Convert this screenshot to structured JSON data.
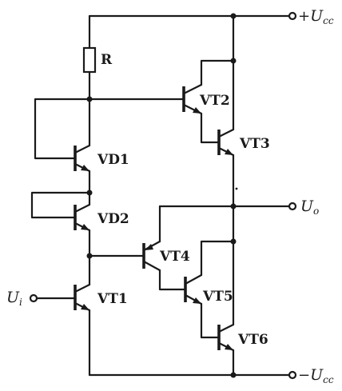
{
  "diagram": {
    "resistor_label": "R",
    "transistors": {
      "vd1": "VD1",
      "vd2": "VD2",
      "vt1": "VT1",
      "vt2": "VT2",
      "vt3": "VT3",
      "vt4": "VT4",
      "vt5": "VT5",
      "vt6": "VT6"
    },
    "terminals": {
      "vcc_pos_sign": "+",
      "vcc_pos_main": "U",
      "vcc_pos_sub": "cc",
      "output_main": "U",
      "output_sub": "o",
      "input_main": "U",
      "input_sub": "i",
      "vcc_neg_sign": "−",
      "vcc_neg_main": "U",
      "vcc_neg_sub": "cc"
    }
  }
}
